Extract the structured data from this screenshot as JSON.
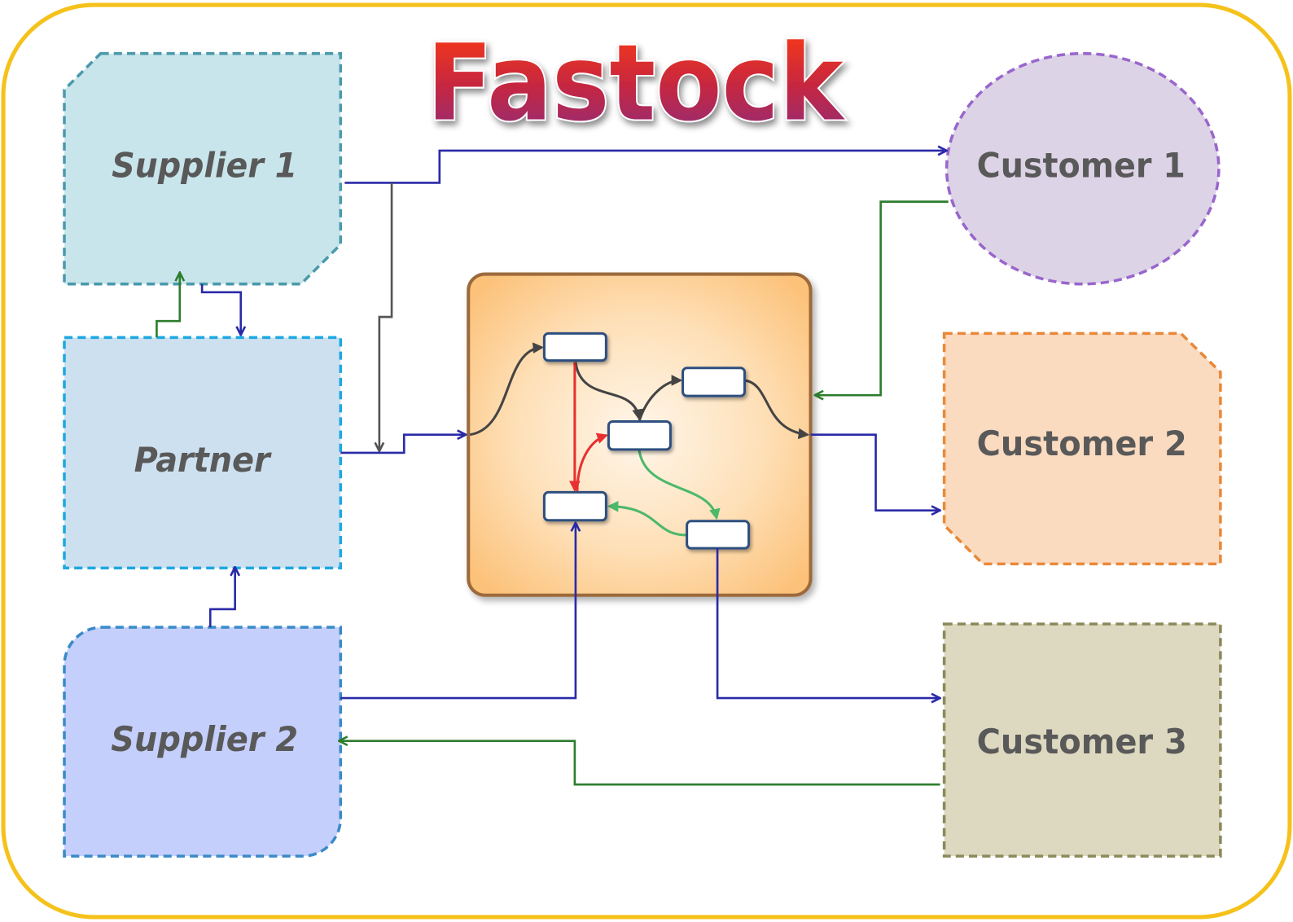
{
  "title": "Fastock",
  "nodes": {
    "supplier_1": "Supplier 1",
    "partner": "Partner",
    "supplier_2": "Supplier 2",
    "customer_1": "Customer 1",
    "customer_2": "Customer 2",
    "customer_3": "Customer 3"
  },
  "colors": {
    "frame": "#f5c21b",
    "flow_primary": "#2a2aa8",
    "flow_return": "#2e7d2e",
    "flow_secondary": "#555555",
    "hub_fill": "#fdc880",
    "hub_border": "#9c6a3a"
  }
}
